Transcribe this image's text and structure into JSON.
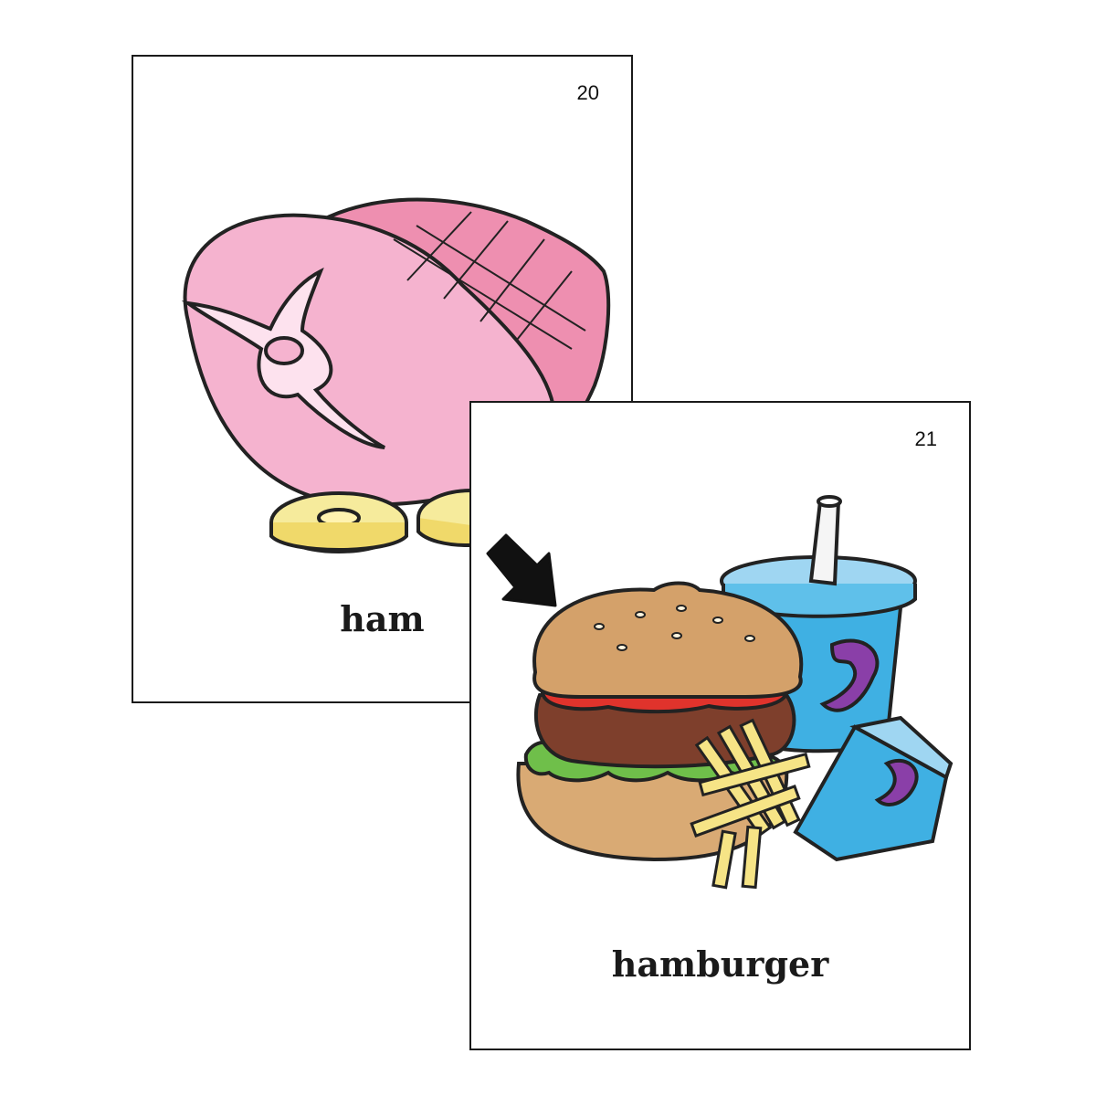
{
  "cards": [
    {
      "number": "20",
      "word": "ham",
      "illustration": "ham-with-pineapple-rings",
      "colors": {
        "ham": "#f5b3cf",
        "ham_cut": "#ee8fb0",
        "pineapple": "#f6eb9c"
      }
    },
    {
      "number": "21",
      "word": "hamburger",
      "illustration": "hamburger-fries-drink",
      "pointer": "arrow-icon",
      "colors": {
        "bun": "#d4a16a",
        "patty": "#7e3f2c",
        "tomato": "#e0332c",
        "lettuce": "#6fbf4a",
        "cup": "#3fb0e3",
        "fries": "#f6e486"
      }
    }
  ]
}
